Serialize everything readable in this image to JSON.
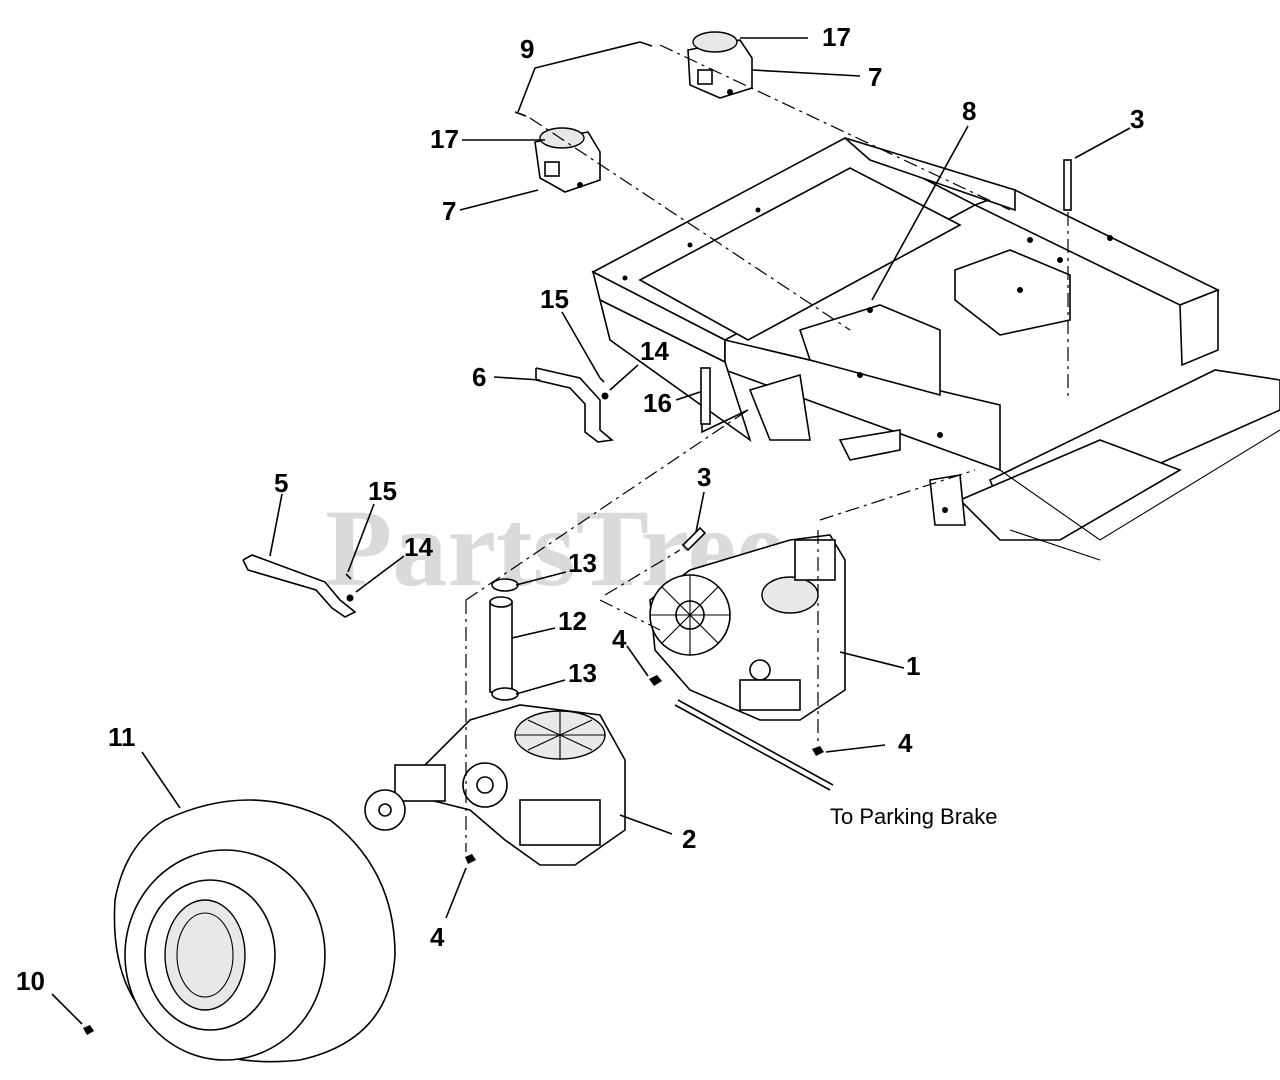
{
  "watermark": "PartsTree",
  "note": "To Parking Brake",
  "callouts": [
    {
      "id": "c17a",
      "label": "17"
    },
    {
      "id": "c7a",
      "label": "7"
    },
    {
      "id": "c9",
      "label": "9"
    },
    {
      "id": "c17b",
      "label": "17"
    },
    {
      "id": "c7b",
      "label": "7"
    },
    {
      "id": "c8",
      "label": "8"
    },
    {
      "id": "c3a",
      "label": "3"
    },
    {
      "id": "c15a",
      "label": "15"
    },
    {
      "id": "c14a",
      "label": "14"
    },
    {
      "id": "c6",
      "label": "6"
    },
    {
      "id": "c16",
      "label": "16"
    },
    {
      "id": "c5",
      "label": "5"
    },
    {
      "id": "c15b",
      "label": "15"
    },
    {
      "id": "c14b",
      "label": "14"
    },
    {
      "id": "c3b",
      "label": "3"
    },
    {
      "id": "c13a",
      "label": "13"
    },
    {
      "id": "c12",
      "label": "12"
    },
    {
      "id": "c4a",
      "label": "4"
    },
    {
      "id": "c13b",
      "label": "13"
    },
    {
      "id": "c1",
      "label": "1"
    },
    {
      "id": "c11",
      "label": "11"
    },
    {
      "id": "c4b",
      "label": "4"
    },
    {
      "id": "c2",
      "label": "2"
    },
    {
      "id": "c4c",
      "label": "4"
    },
    {
      "id": "c10",
      "label": "10"
    }
  ]
}
